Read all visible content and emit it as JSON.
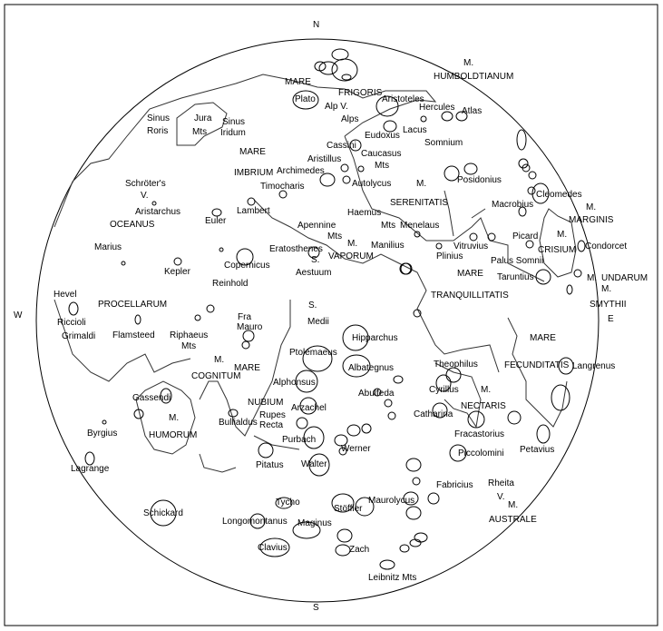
{
  "title": "Moon map",
  "compass": {
    "north": "N",
    "south": "S",
    "west": "W",
    "east": "E"
  },
  "labels": [
    "M.",
    "HUMBOLDTIANUM",
    "MARE",
    "FRIGORIS",
    "Plato",
    "Alp V.",
    "Alps",
    "Aristoteles",
    "Hercules",
    "Atlas",
    "Lacus",
    "Eudoxus",
    "Somnium",
    "Cassini",
    "Caucasus",
    "Mts",
    "Aristillus",
    "Archimedes",
    "Autolycus",
    "M.",
    "Posidonius",
    "Sinus",
    "Roris",
    "Jura",
    "Mts",
    "Sinus",
    "Iridum",
    "MARE",
    "IMBRIUM",
    "Timocharis",
    "Schröter's",
    "V.",
    "Aristarchus",
    "Lambert",
    "Euler",
    "OCEANUS",
    "Marius",
    "Kepler",
    "Copernicus",
    "Reinhold",
    "Eratosthenes",
    "Apennine",
    "Mts",
    "S.",
    "Aestuum",
    "Haemus",
    "M.",
    "VAPORUM",
    "Manilius",
    "Mts",
    "SERENITATIS",
    "Menelaus",
    "Plinius",
    "Vitruvius",
    "Macrobius",
    "Cleomedes",
    "M.",
    "MARGINIS",
    "Picard",
    "M.",
    "CRISIUM",
    "Condorcet",
    "Palus Somnii",
    "Taruntius",
    "MARE",
    "TRANQUILLITATIS",
    "M.",
    "UNDARUM",
    "M.",
    "SMYTHII",
    "Hevel",
    "Riccioli",
    "Grimaldi",
    "PROCELLARUM",
    "Flamsteed",
    "Riphaeus",
    "Mts",
    "Fra",
    "Mauro",
    "S.",
    "Medii",
    "M.",
    "MARE",
    "COGNITUM",
    "Ptolemaeus",
    "Hipparchus",
    "Albategnus",
    "Alphonsus",
    "NUBIUM",
    "Rupes",
    "Recta",
    "Arzachel",
    "Abulfeda",
    "Theophilus",
    "Cyrillus",
    "M.",
    "NECTARIS",
    "Catharina",
    "MARE",
    "FECUNDITATIS",
    "Langrenus",
    "Fracastorius",
    "Petavius",
    "Piccolomini",
    "Gassendi",
    "M.",
    "HUMORUM",
    "Bullialdus",
    "Byrgius",
    "Lagrange",
    "Purbach",
    "Werner",
    "Pitatus",
    "Walter",
    "Fabricius",
    "Rheita",
    "V.",
    "M.",
    "AUSTRALE",
    "Tycho",
    "Maurolycus",
    "Stöffler",
    "Schickard",
    "Longomontanus",
    "Maginus",
    "Zach",
    "Clavius",
    "Leibnitz Mts"
  ]
}
